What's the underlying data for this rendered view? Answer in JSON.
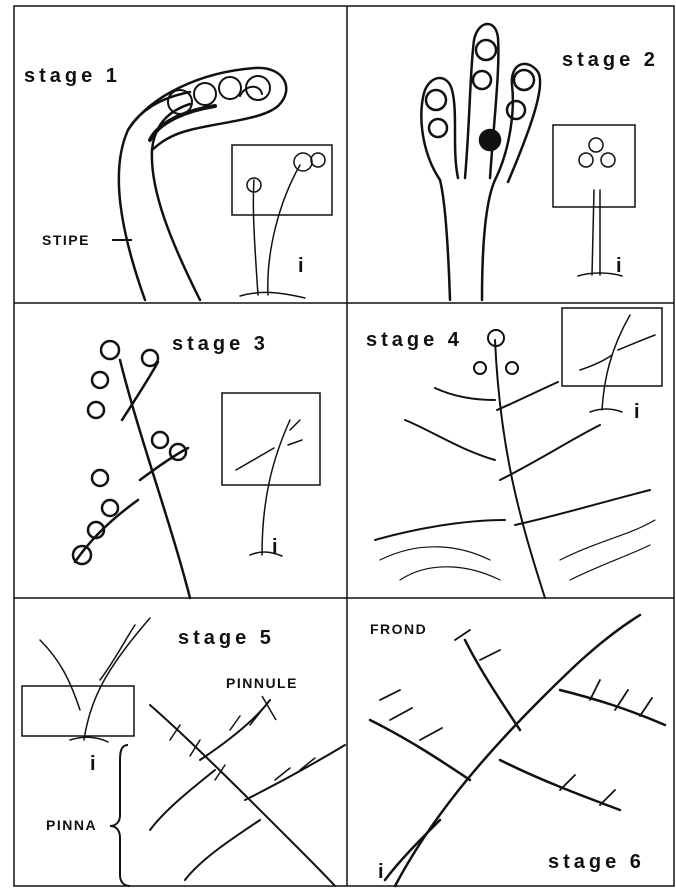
{
  "panels": {
    "p1": {
      "stage": "stage 1",
      "label": "STIPE",
      "inset": "i"
    },
    "p2": {
      "stage": "stage 2",
      "inset": "i"
    },
    "p3": {
      "stage": "stage 3",
      "inset": "i"
    },
    "p4": {
      "stage": "stage 4",
      "inset": "i"
    },
    "p5": {
      "stage": "stage 5",
      "label_pinnule": "PINNULE",
      "label_pinna": "PINNA",
      "inset": "i"
    },
    "p6": {
      "stage": "stage 6",
      "label": "FROND",
      "inset": "i"
    }
  }
}
